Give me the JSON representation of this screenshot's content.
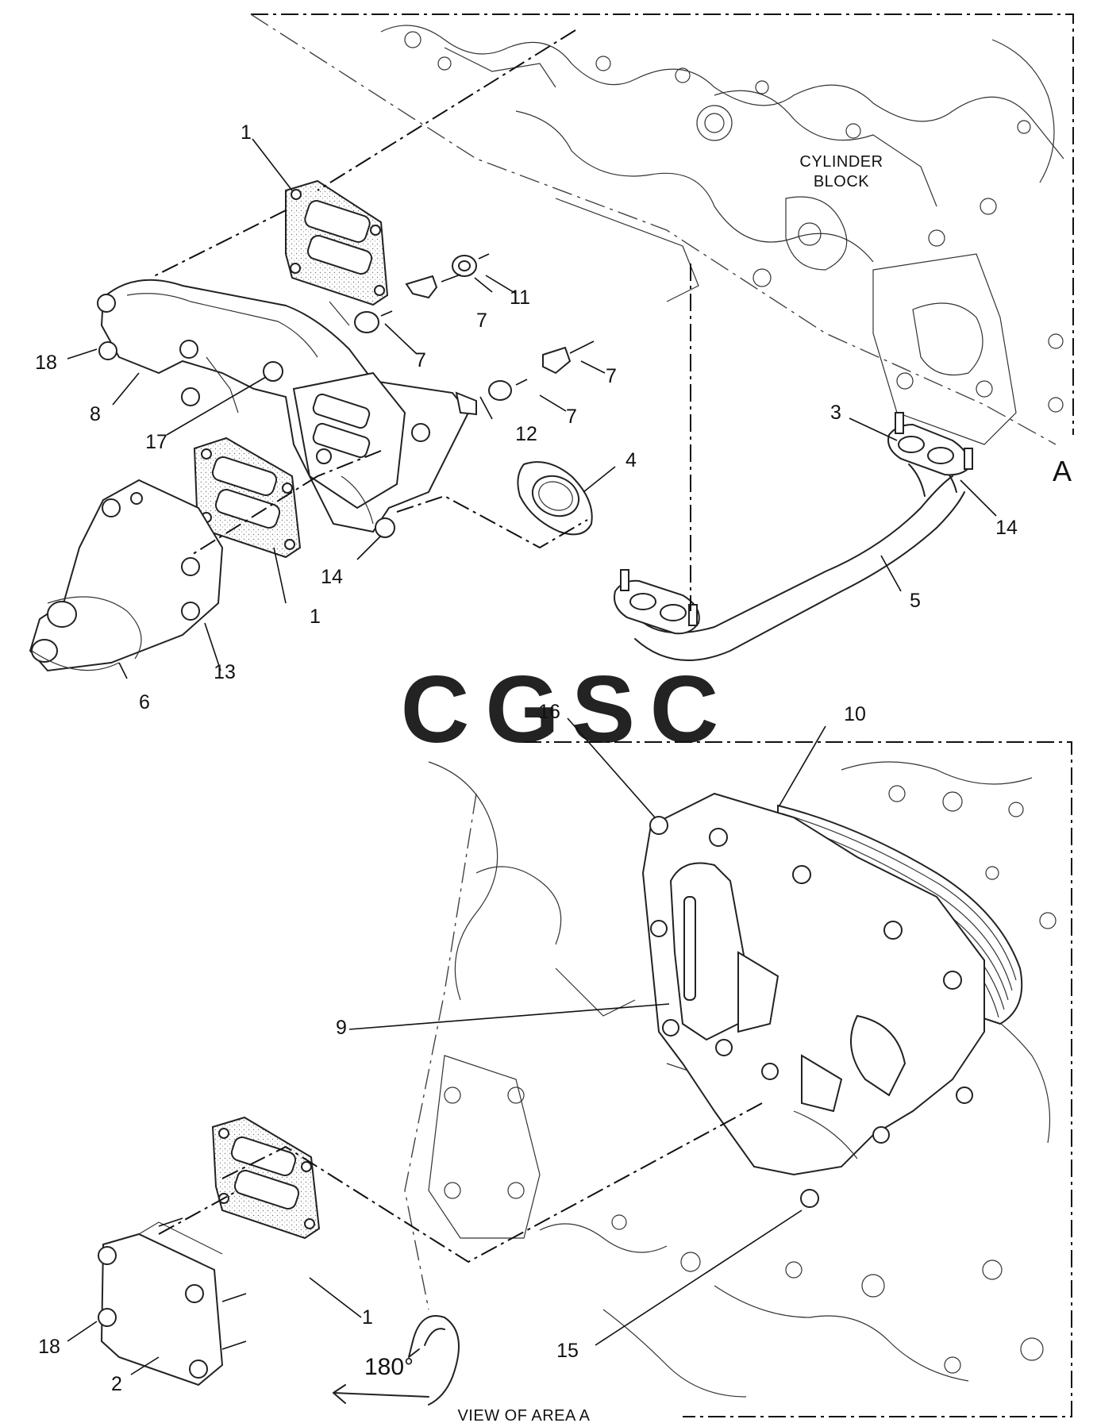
{
  "labels": {
    "cylinder_block_1": "CYLINDER",
    "cylinder_block_2": "BLOCK",
    "area_marker": "A",
    "rotation": "180°",
    "view_caption": "VIEW OF  AREA A"
  },
  "callouts": {
    "c1_top": "1",
    "c1_mid": "1",
    "c1_bottom": "1",
    "c2": "2",
    "c3": "3",
    "c4": "4",
    "c5": "5",
    "c6": "6",
    "c7_a": "7",
    "c7_b": "7",
    "c7_c": "7",
    "c7_d": "7",
    "c8": "8",
    "c9": "9",
    "c10": "10",
    "c11": "11",
    "c12": "12",
    "c13": "13",
    "c14_left": "14",
    "c14_right": "14",
    "c15": "15",
    "c16": "16",
    "c17": "17",
    "c18_top": "18",
    "c18_bottom": "18"
  },
  "watermark": {
    "letters": [
      "C",
      "G",
      "S",
      "C"
    ],
    "colors": [
      "#7fa8f5",
      "#f08f86",
      "#f6d56a",
      "#7fc79d"
    ]
  }
}
